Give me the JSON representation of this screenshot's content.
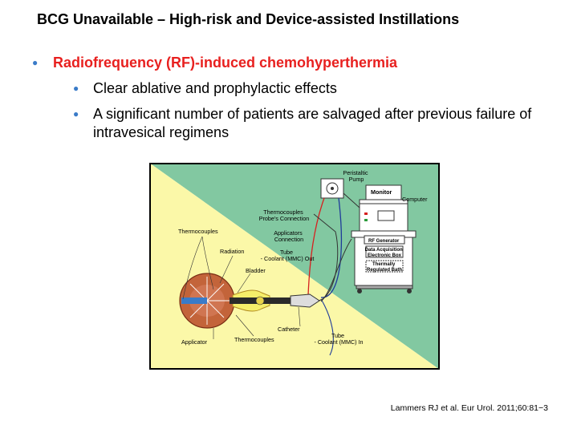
{
  "slide": {
    "title": "BCG Unavailable – High-risk and Device-assisted Instillations",
    "bullets": [
      {
        "level": 1,
        "text": "Radiofrequency (RF)-induced chemohyperthermia",
        "color": "#e8201f"
      },
      {
        "level": 2,
        "text": "Clear ablative and prophylactic effects"
      },
      {
        "level": 2,
        "text": "A significant number of patients are salvaged after previous failure of intravesical regimens"
      }
    ],
    "reference": "Lammers RJ et al. Eur Urol. 2011;60:81−3"
  },
  "figure": {
    "labels": {
      "peristaltic_pump": "Peristaltic\nPump",
      "monitor": "Monitor",
      "computer": "Computer",
      "thermocouples_probe": "Thermocouples\nProbe's Connection",
      "applicators_connection": "Applicators\nConnection",
      "rf_generator": "RF Generator",
      "data_acquisition": "Data Acquisition\nElectronic Box",
      "thermally_regulated_bath": "Thermally\nRegulated Bath",
      "thermocouples_top": "Thermocouples",
      "radiation": "Radiation",
      "tube_out": "Tube\n- Coolant (MMC) Out",
      "bladder": "Bladder",
      "catheter": "Catheter",
      "applicator": "Applicator",
      "thermocouples_bottom": "Thermocouples",
      "tube_in": "Tube\n- Coolant (MMC) In"
    },
    "colors": {
      "yellow": "#fbf8a8",
      "green": "#82c8a1",
      "red": "#d62020",
      "blue": "#1f3b9a"
    }
  }
}
